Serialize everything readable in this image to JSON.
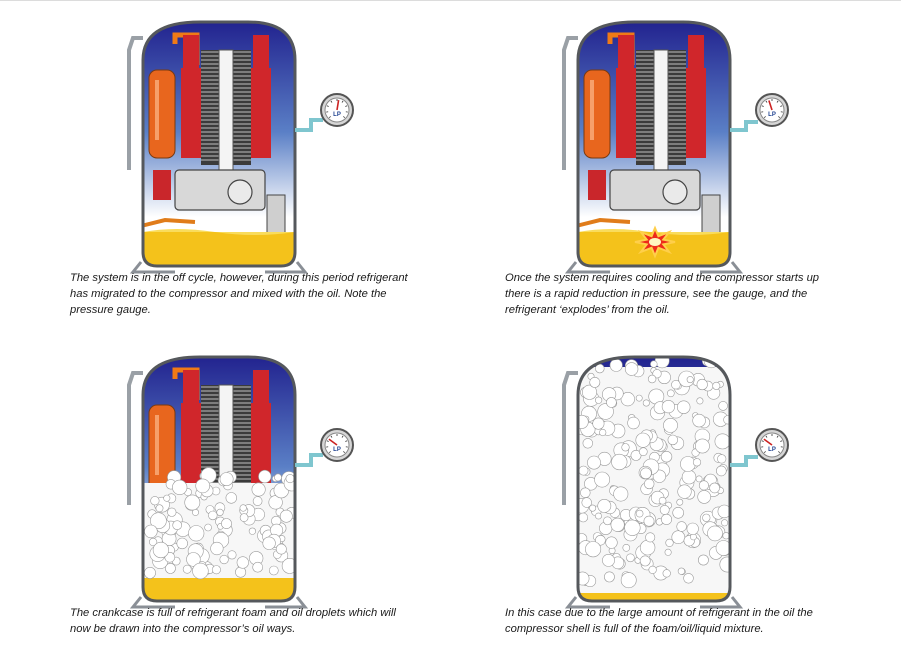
{
  "panels": [
    {
      "id": "off-cycle",
      "stage": "off",
      "caption_lines": [
        "The system is in the off cycle, however, during this period refrigerant",
        "has migrated to the compressor and mixed with the oil. Note the",
        "pressure gauge."
      ],
      "gauge_text": "LP"
    },
    {
      "id": "startup",
      "stage": "explode",
      "caption_lines": [
        "Once the system requires cooling and the compressor starts up",
        "there is a rapid reduction in pressure, see the gauge, and the",
        "refrigerant ‘explodes’ from the oil."
      ],
      "gauge_text": "LP"
    },
    {
      "id": "foam-crankcase",
      "stage": "foam-partial",
      "caption_lines": [
        "The crankcase is full of refrigerant foam and oil droplets which will",
        "now be drawn into the compressor’s oil ways."
      ],
      "gauge_text": "LP"
    },
    {
      "id": "foam-full",
      "stage": "foam-full",
      "caption_lines": [
        "In this case due to the large amount of refrigerant in the oil the",
        "compressor shell is full of the foam/oil/liquid mixture."
      ],
      "gauge_text": "LP"
    }
  ],
  "colors": {
    "shell_top": "#22238f",
    "shell_bottom": "#ffffff",
    "scroll_red": "#d0262b",
    "motor_orange": "#e8661e",
    "oil": "#f4c21b",
    "gauge_pipe": "#7fc6cf",
    "explosion": "#ee2a1a",
    "foam": "#ffffff"
  }
}
